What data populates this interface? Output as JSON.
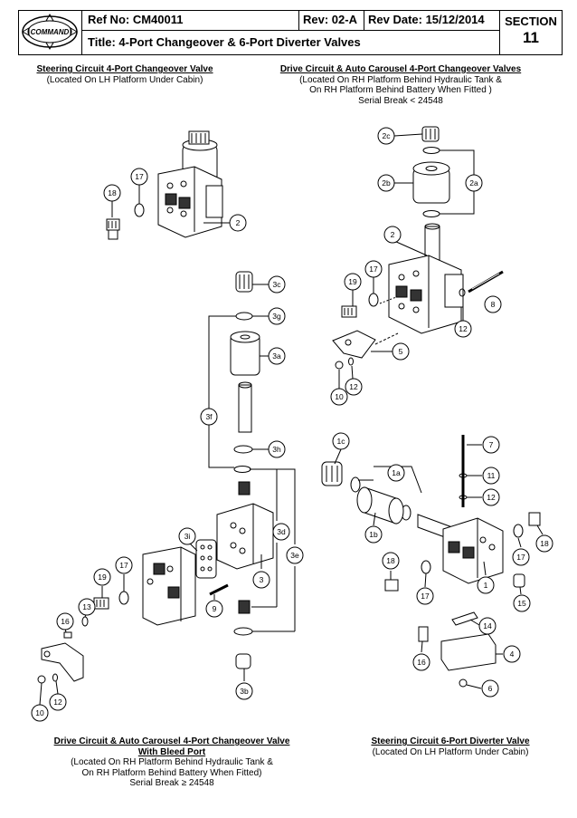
{
  "header": {
    "logo_text": "COMMAND",
    "ref": "Ref No: CM40011",
    "rev": "Rev: 02-A",
    "rev_date": "Rev Date: 15/12/2014",
    "title": "Title: 4-Port Changeover & 6-Port Diverter Valves",
    "section_label": "SECTION",
    "section_number": "11"
  },
  "captions": {
    "top_left": {
      "title": "Steering Circuit 4-Port Changeover Valve",
      "lines": [
        "(Located On LH Platform Under Cabin)"
      ]
    },
    "top_right": {
      "title": "Drive Circuit & Auto Carousel 4-Port Changeover Valves",
      "lines": [
        "(Located On RH Platform Behind Hydraulic Tank &",
        "On RH Platform Behind Battery When Fitted )",
        "Serial Break < 24548"
      ]
    },
    "bottom_left": {
      "title_1": "Drive Circuit & Auto Carousel 4-Port Changeover Valve",
      "title_2": "With Bleed Port",
      "lines": [
        "(Located On RH Platform Behind Hydraulic Tank &",
        "On RH Platform Behind Battery When Fitted)",
        "Serial Break ≥ 24548"
      ]
    },
    "bottom_right": {
      "title": "Steering Circuit 6-Port Diverter Valve",
      "lines": [
        "(Located On LH Platform Under Cabin)"
      ]
    }
  },
  "callouts": {
    "tl_18": "18",
    "tl_17": "17",
    "tl_2": "2",
    "tr_2c": "2c",
    "tr_2b": "2b",
    "tr_2a": "2a",
    "tr_2": "2",
    "tr_17": "17",
    "tr_19": "19",
    "tr_8": "8",
    "tr_12a": "12",
    "tr_5": "5",
    "tr_12b": "12",
    "tr_10": "10",
    "bl_3c": "3c",
    "bl_3g": "3g",
    "bl_3a": "3a",
    "bl_3f": "3f",
    "bl_3h": "3h",
    "bl_3i": "3i",
    "bl_3d": "3d",
    "bl_3e": "3e",
    "bl_3": "3",
    "bl_9": "9",
    "bl_3b": "3b",
    "bl_17": "17",
    "bl_19": "19",
    "bl_13": "13",
    "bl_16": "16",
    "bl_12": "12",
    "bl_10": "10",
    "br_1c": "1c",
    "br_1a": "1a",
    "br_1b": "1b",
    "br_7": "7",
    "br_11": "11",
    "br_12": "12",
    "br_18a": "18",
    "br_17a": "17",
    "br_18b": "18",
    "br_17b": "17",
    "br_1": "1",
    "br_15": "15",
    "br_14": "14",
    "br_4": "4",
    "br_16": "16",
    "br_6": "6"
  }
}
